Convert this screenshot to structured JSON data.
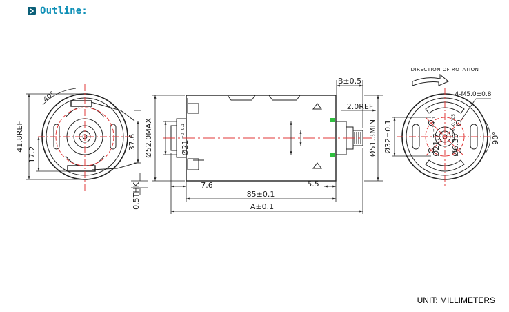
{
  "header": {
    "icon": "chevron-right-icon",
    "title": "Outline:"
  },
  "footer": {
    "unit": "UNIT: MILLIMETERS"
  },
  "colors": {
    "title": "#0e8fb6",
    "icon_bg": "#0b5f78",
    "centerline": "#e23a3a",
    "line": "#222222",
    "marker": "#2fbf3f"
  },
  "front_view": {
    "angle": "40°",
    "height_ref": "41.8REF",
    "offset": "17.2",
    "span": "37.6",
    "thickness": "0.5THK"
  },
  "side_view": {
    "b_tol": "B±0.5",
    "ref": "2.0REF",
    "body_dia": "Ø52.0MAX",
    "boss_dia_base": "Ø21",
    "boss_dia_tol": "+0 -0.1",
    "collar_dia_base": "Ø21.7",
    "collar_dia_tol": "+0 -0.1",
    "shaft_dia_base": "Ø6.35",
    "shaft_dia_tol": "+0 -0.005",
    "flange_dia": "Ø51.3MIN",
    "len_left": "7.6",
    "len_right": "5.5",
    "len_body": "85±0.1",
    "len_total": "A±0.1"
  },
  "rear_view": {
    "rotation_label": "DIRECTION OF ROTATION",
    "holes": "4-M5.0±0.8",
    "pcd": "Ø32±0.1",
    "angle": "90°"
  }
}
